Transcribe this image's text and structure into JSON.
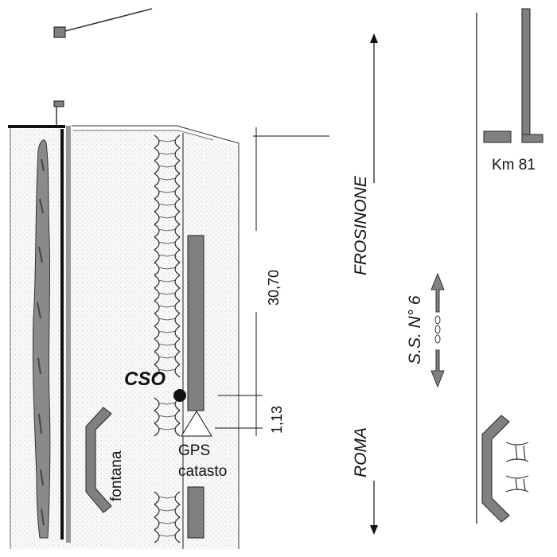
{
  "labels": {
    "frosinone": "FROSINONE",
    "roma": "ROMA",
    "road": "S.S. N° 6",
    "km": "Km 81",
    "cso": "CSO",
    "gps_line1": "GPS",
    "gps_line2": "catasto",
    "fontana": "fontana",
    "dim_long": "30,70",
    "dim_short": "1,13"
  },
  "colors": {
    "ink": "#111111",
    "grey_fill": "#808080",
    "light_grey": "#bfbfbf",
    "ground": "#f7f7f7",
    "dots": "#d6d6d6"
  },
  "icons": {
    "north_arrow": "up-arrow-icon",
    "south_arrow": "down-arrow-icon",
    "traffic": "two-way-arrow-icon",
    "gps": "triangle-marker-icon",
    "cso": "dot-marker-icon"
  }
}
